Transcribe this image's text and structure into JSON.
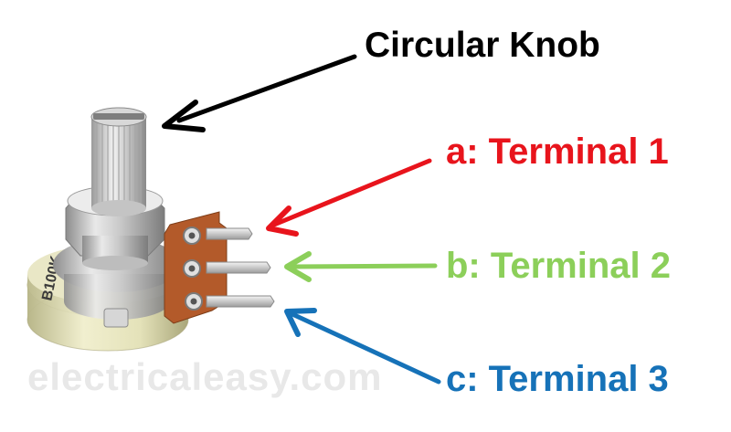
{
  "labels": {
    "knob": "Circular Knob",
    "terminal_a": "a: Terminal 1",
    "terminal_b": "b: Terminal 2",
    "terminal_c": "c: Terminal 3"
  },
  "component_marking": "B100K",
  "watermark": "electricaleasy.com",
  "colors": {
    "knob_label": "#000000",
    "terminal_a": "#e8141c",
    "terminal_b": "#8ccf5a",
    "terminal_c": "#1672b8",
    "pcb_tab": "#b35a2a",
    "housing": "#e2e0b6"
  }
}
